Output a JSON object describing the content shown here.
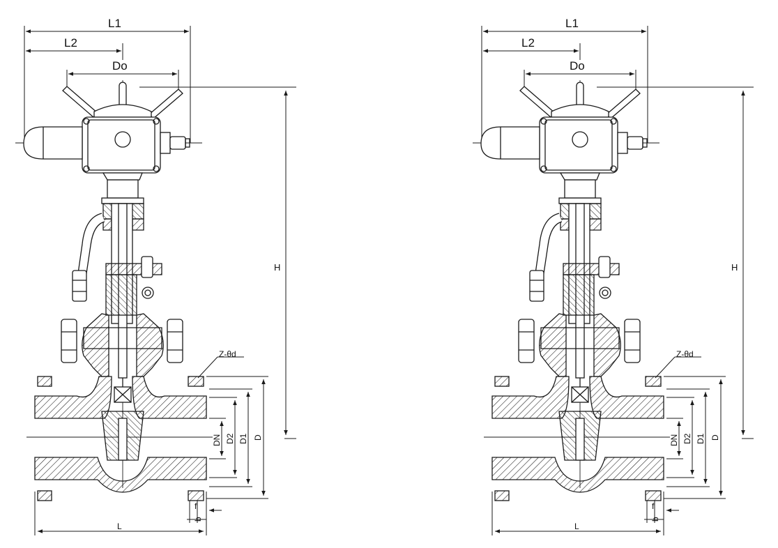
{
  "labels": {
    "L1": "L1",
    "L2": "L2",
    "Do": "Do",
    "H": "H",
    "Zd": "Z-θd",
    "DN": "DN",
    "D2": "D2",
    "D1": "D1",
    "D": "D",
    "L": "L",
    "f": "f",
    "b": "b"
  },
  "colors": {
    "ink": "#1a1a1a",
    "background": "#ffffff"
  }
}
